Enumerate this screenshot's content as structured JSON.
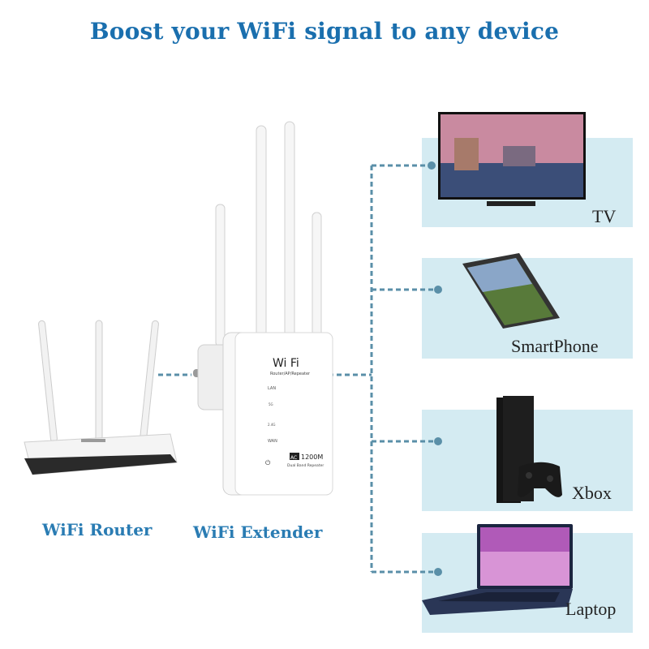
{
  "title": "Boost your WiFi signal to any device",
  "labels": {
    "router": "WiFi Router",
    "extender": "WiFi Extender"
  },
  "devices": [
    {
      "name": "TV",
      "icon": "tv-icon"
    },
    {
      "name": "SmartPhone",
      "icon": "smartphone-icon"
    },
    {
      "name": "Xbox",
      "icon": "console-icon"
    },
    {
      "name": "Laptop",
      "icon": "laptop-icon"
    }
  ],
  "extender_text": {
    "brand": "Wi Fi",
    "sub": "Router/AP/Repeater",
    "lan": "LAN",
    "g24": "2.4G",
    "g5": "5G",
    "wan": "WAN",
    "ac": "AC",
    "speed": "1200M",
    "dual": "Dual Band Repeater"
  },
  "colors": {
    "title": "#1a6fae",
    "label": "#2a7cb3",
    "panel": "#d4ebf2",
    "connector": "#5a8fa8"
  }
}
